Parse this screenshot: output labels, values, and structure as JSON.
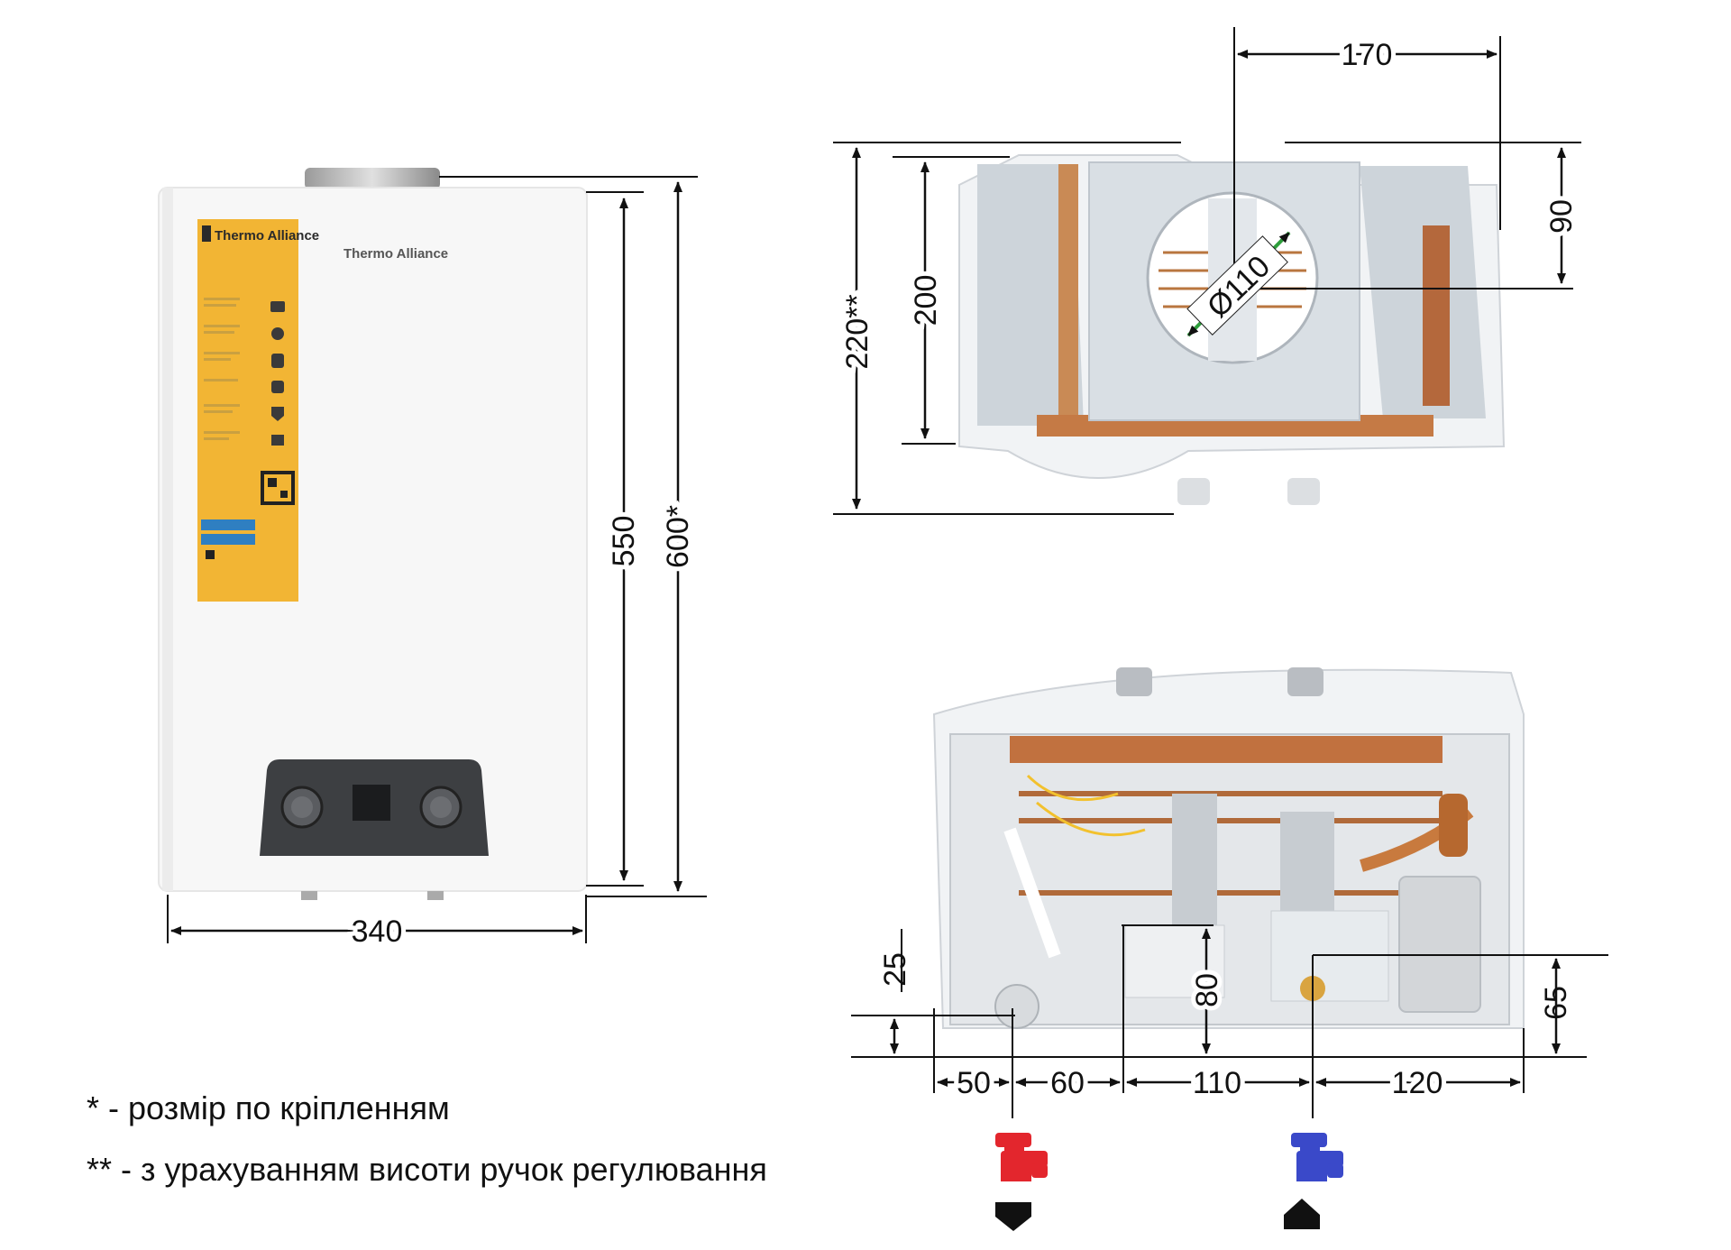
{
  "brand": {
    "label_logo": "Thermo Alliance",
    "front_logo": "Thermo Alliance"
  },
  "dimensions": {
    "front_width": "340",
    "front_height_body": "550",
    "front_height_mount": "600*",
    "top_depth_total": "220**",
    "top_depth_body": "200",
    "top_flue_offset": "170",
    "top_flue_depth": "90",
    "top_flue_diameter": "Ø110",
    "bottom_h_left": "25",
    "bottom_h_mid": "80",
    "bottom_h_right": "65",
    "bottom_w_1": "50",
    "bottom_w_2": "60",
    "bottom_w_3": "110",
    "bottom_w_4": "120"
  },
  "notes": {
    "single_star": "* - розмір по кріпленням",
    "double_star": "** - з урахуванням висоти ручок регулювання"
  },
  "icons": {
    "hot_tap": "hot-water-tap-icon",
    "cold_tap": "cold-water-tap-icon",
    "outlet_arrow": "outlet-arrow-down-icon",
    "inlet_arrow": "inlet-arrow-up-icon"
  },
  "colors": {
    "hot": "#e3262d",
    "cold": "#3a49c9",
    "label": "#f2b534",
    "panel": "#3d3f42"
  }
}
